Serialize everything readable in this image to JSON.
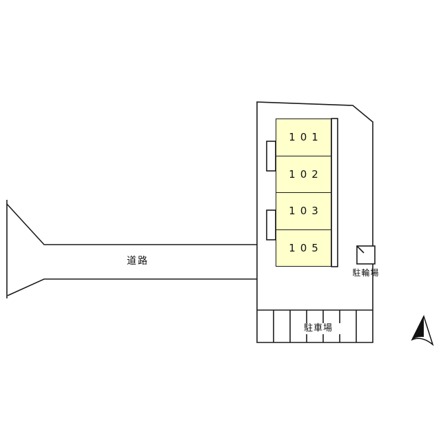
{
  "road": {
    "label": "道路"
  },
  "building": {
    "rooms": [
      {
        "label": "101"
      },
      {
        "label": "102"
      },
      {
        "label": "103"
      },
      {
        "label": "105"
      }
    ]
  },
  "bicycle_parking": {
    "label": "駐輪場"
  },
  "car_parking": {
    "label": "駐車場",
    "stall_count": 7
  },
  "colors": {
    "room_fill": "#ffffcc",
    "line": "#1a1a1a"
  }
}
